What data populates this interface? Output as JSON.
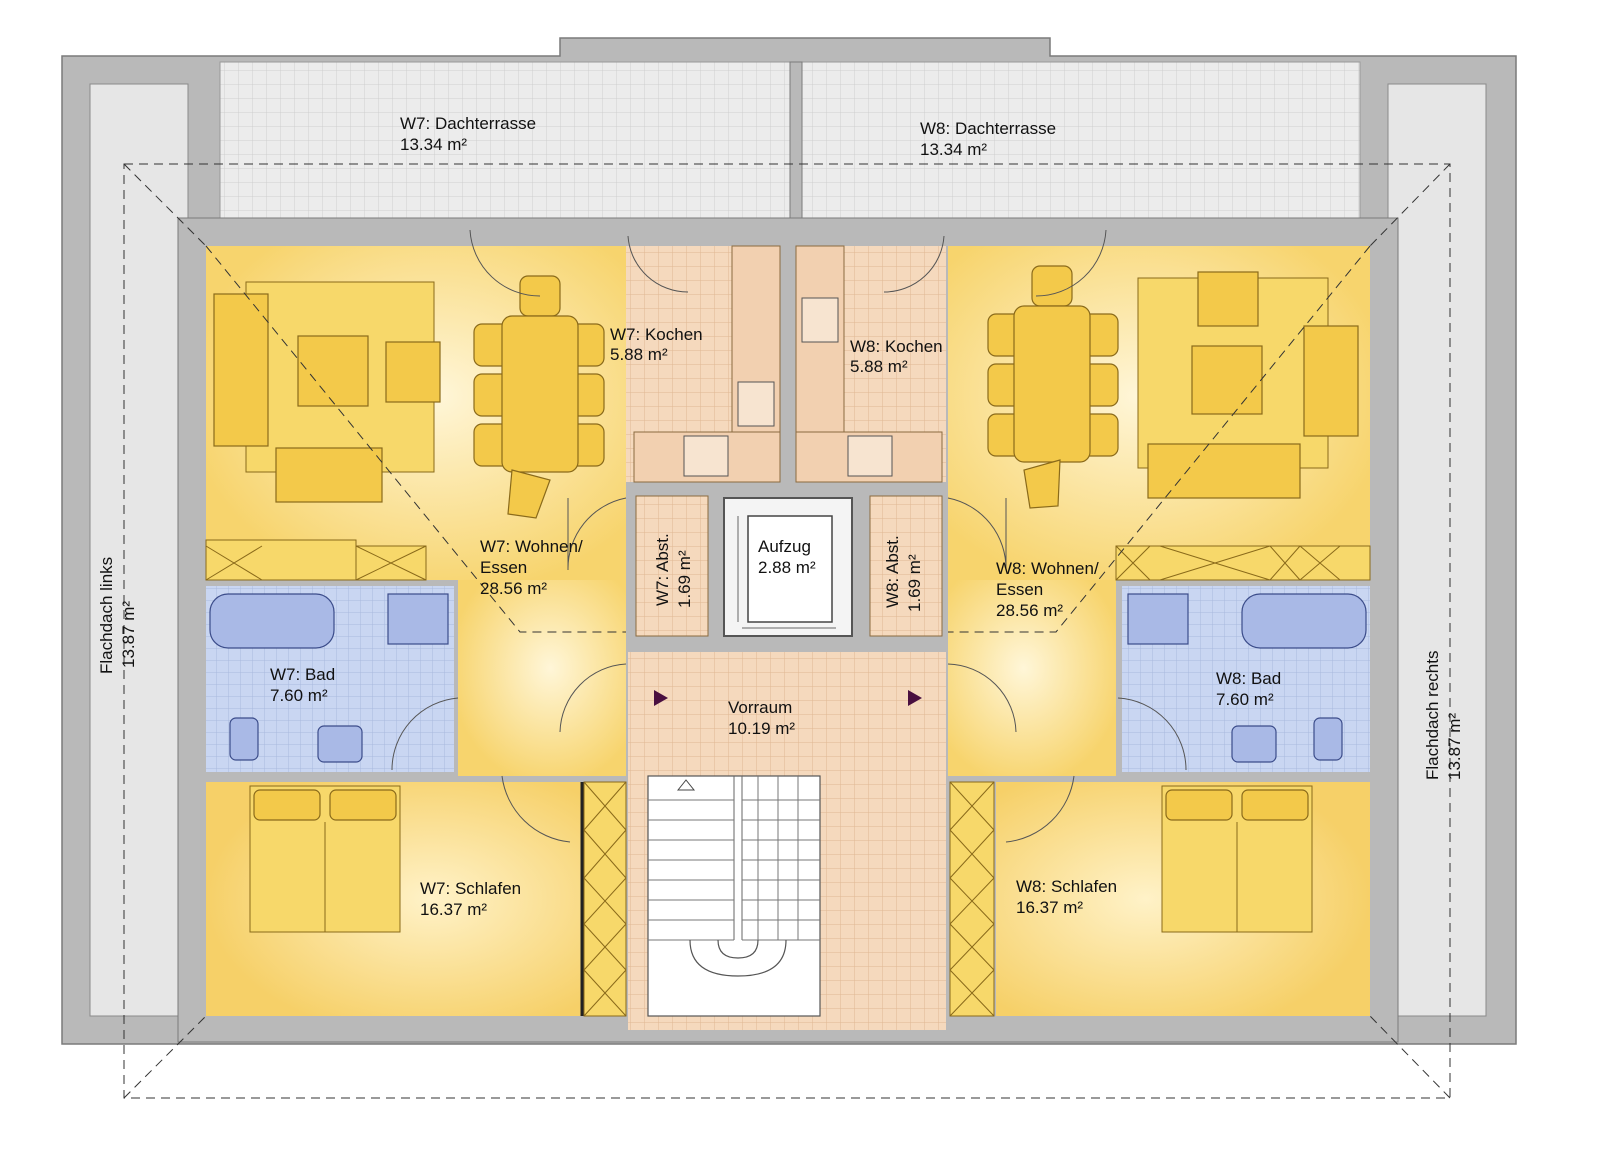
{
  "rooms": {
    "w7_terrace": {
      "name": "W7: Dachterrasse",
      "area": "13.34 m²"
    },
    "w8_terrace": {
      "name": "W8: Dachterrasse",
      "area": "13.34 m²"
    },
    "w7_kitchen": {
      "name": "W7: Kochen",
      "area": "5.88 m²"
    },
    "w8_kitchen": {
      "name": "W8: Kochen",
      "area": "5.88 m²"
    },
    "w7_living": {
      "name_line1": "W7: Wohnen/",
      "name_line2": "Essen",
      "area": "28.56 m²"
    },
    "w8_living": {
      "name_line1": "W8: Wohnen/",
      "name_line2": "Essen",
      "area": "28.56 m²"
    },
    "w7_storage": {
      "name": "W7: Abst.",
      "area": "1.69 m²"
    },
    "w8_storage": {
      "name": "W8: Abst.",
      "area": "1.69 m²"
    },
    "elevator": {
      "name": "Aufzug",
      "area": "2.88 m²"
    },
    "w7_bath": {
      "name": "W7: Bad",
      "area": "7.60 m²"
    },
    "w8_bath": {
      "name": "W8: Bad",
      "area": "7.60 m²"
    },
    "hall": {
      "name": "Vorraum",
      "area": "10.19 m²"
    },
    "w7_bedroom": {
      "name": "W7: Schlafen",
      "area": "16.37 m²"
    },
    "w8_bedroom": {
      "name": "W8: Schlafen",
      "area": "16.37 m²"
    },
    "roof_left": {
      "name": "Flachdach links",
      "area": "13.87 m²"
    },
    "roof_right": {
      "name": "Flachdach rechts",
      "area": "13.87 m²"
    }
  },
  "colors": {
    "living": "#f8da7c",
    "bath": "#c9d6f2",
    "kitchen_tile": "#f5d9bd",
    "terrace": "#e9e9e9",
    "wall": "#b9b9b9",
    "furniture": "#f3c94a",
    "arrow": "#4a1040"
  }
}
